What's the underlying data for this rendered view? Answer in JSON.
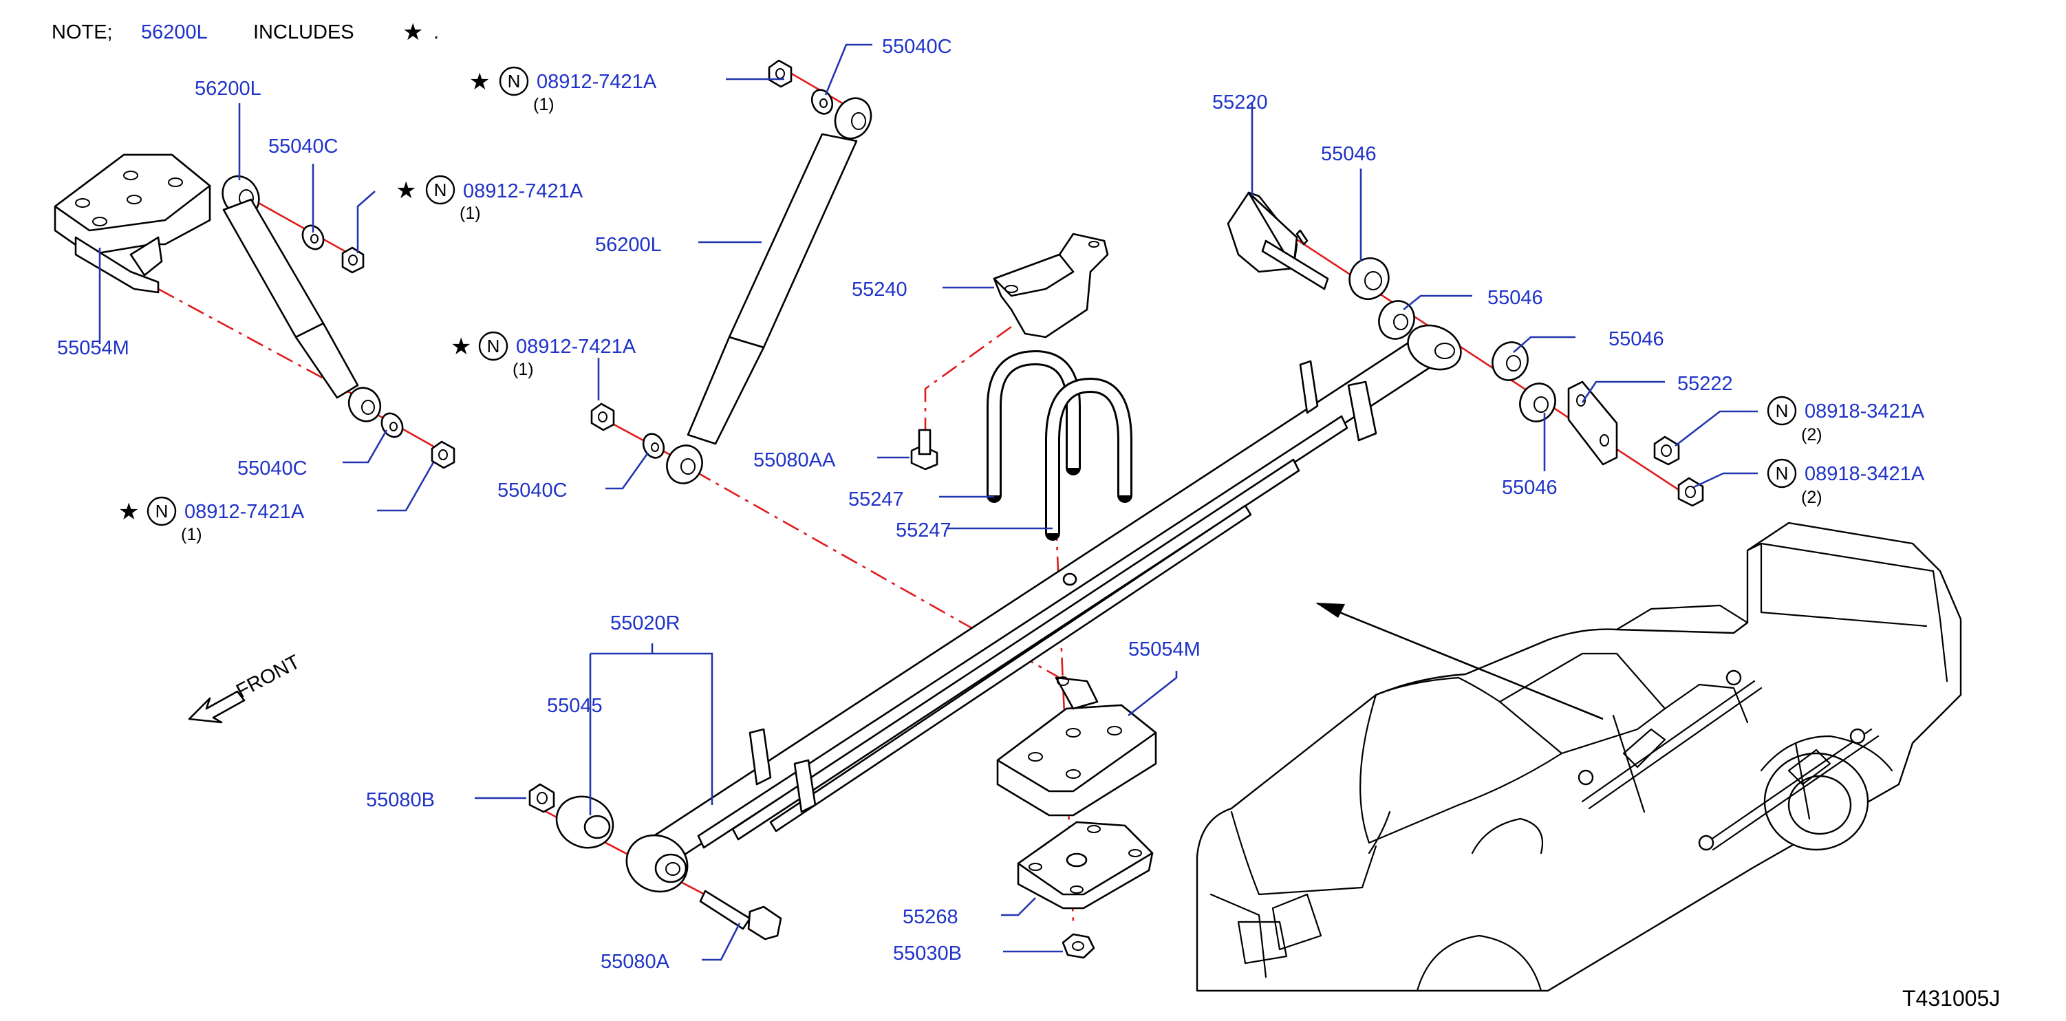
{
  "note": {
    "prefix": "NOTE;",
    "part": "56200L",
    "includes": "INCLUDES",
    "star": "★",
    "suffix": "."
  },
  "front_label": "FRONT",
  "star": "★",
  "n_mark": "N",
  "diagram_code": "T431005J",
  "callouts": {
    "p56200L_a": "56200L",
    "p56200L_b": "56200L",
    "p55040C_a": "55040C",
    "p55040C_b": "55040C",
    "p55040C_c": "55040C",
    "p55040C_d": "55040C",
    "p55054M_a": "55054M",
    "p55054M_b": "55054M",
    "p08912_a": "08912-7421A",
    "p08912_b": "08912-7421A",
    "p08912_c": "08912-7421A",
    "p08912_d": "08912-7421A",
    "p55220": "55220",
    "p55046_a": "55046",
    "p55046_b": "55046",
    "p55046_c": "55046",
    "p55046_d": "55046",
    "p55222": "55222",
    "p08918_a": "08918-3421A",
    "p08918_b": "08918-3421A",
    "p55240": "55240",
    "p55080AA": "55080AA",
    "p55247_a": "55247",
    "p55247_b": "55247",
    "p55020R": "55020R",
    "p55045": "55045",
    "p55080B": "55080B",
    "p55080A": "55080A",
    "p55268": "55268",
    "p55030B": "55030B"
  },
  "quantities": {
    "q08912_a": "(1)",
    "q08912_b": "(1)",
    "q08912_c": "(1)",
    "q08912_d": "(1)",
    "q08918_a": "(2)",
    "q08918_b": "(2)"
  },
  "colors": {
    "label": "#1f33c8",
    "leader": "#2236b0",
    "centerline": "#e01b1b",
    "line": "#000000"
  }
}
